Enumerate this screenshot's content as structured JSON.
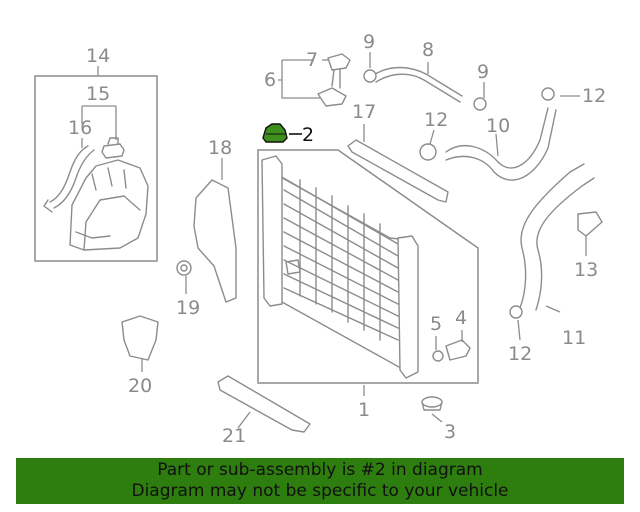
{
  "banner": {
    "line1": "Part or sub-assembly is #2 in diagram",
    "line2": "Diagram may not be specific to your vehicle",
    "background": "#2e7d0f"
  },
  "highlight_color": "#2e7d0f",
  "callouts": {
    "c1": "1",
    "c2": "2",
    "c3": "3",
    "c4": "4",
    "c5": "5",
    "c6": "6",
    "c7": "7",
    "c8": "8",
    "c9a": "9",
    "c9b": "9",
    "c10": "10",
    "c11": "11",
    "c12a": "12",
    "c12b": "12",
    "c12c": "12",
    "c13": "13",
    "c14": "14",
    "c15": "15",
    "c16": "16",
    "c17": "17",
    "c18": "18",
    "c19": "19",
    "c20": "20",
    "c21": "21"
  }
}
